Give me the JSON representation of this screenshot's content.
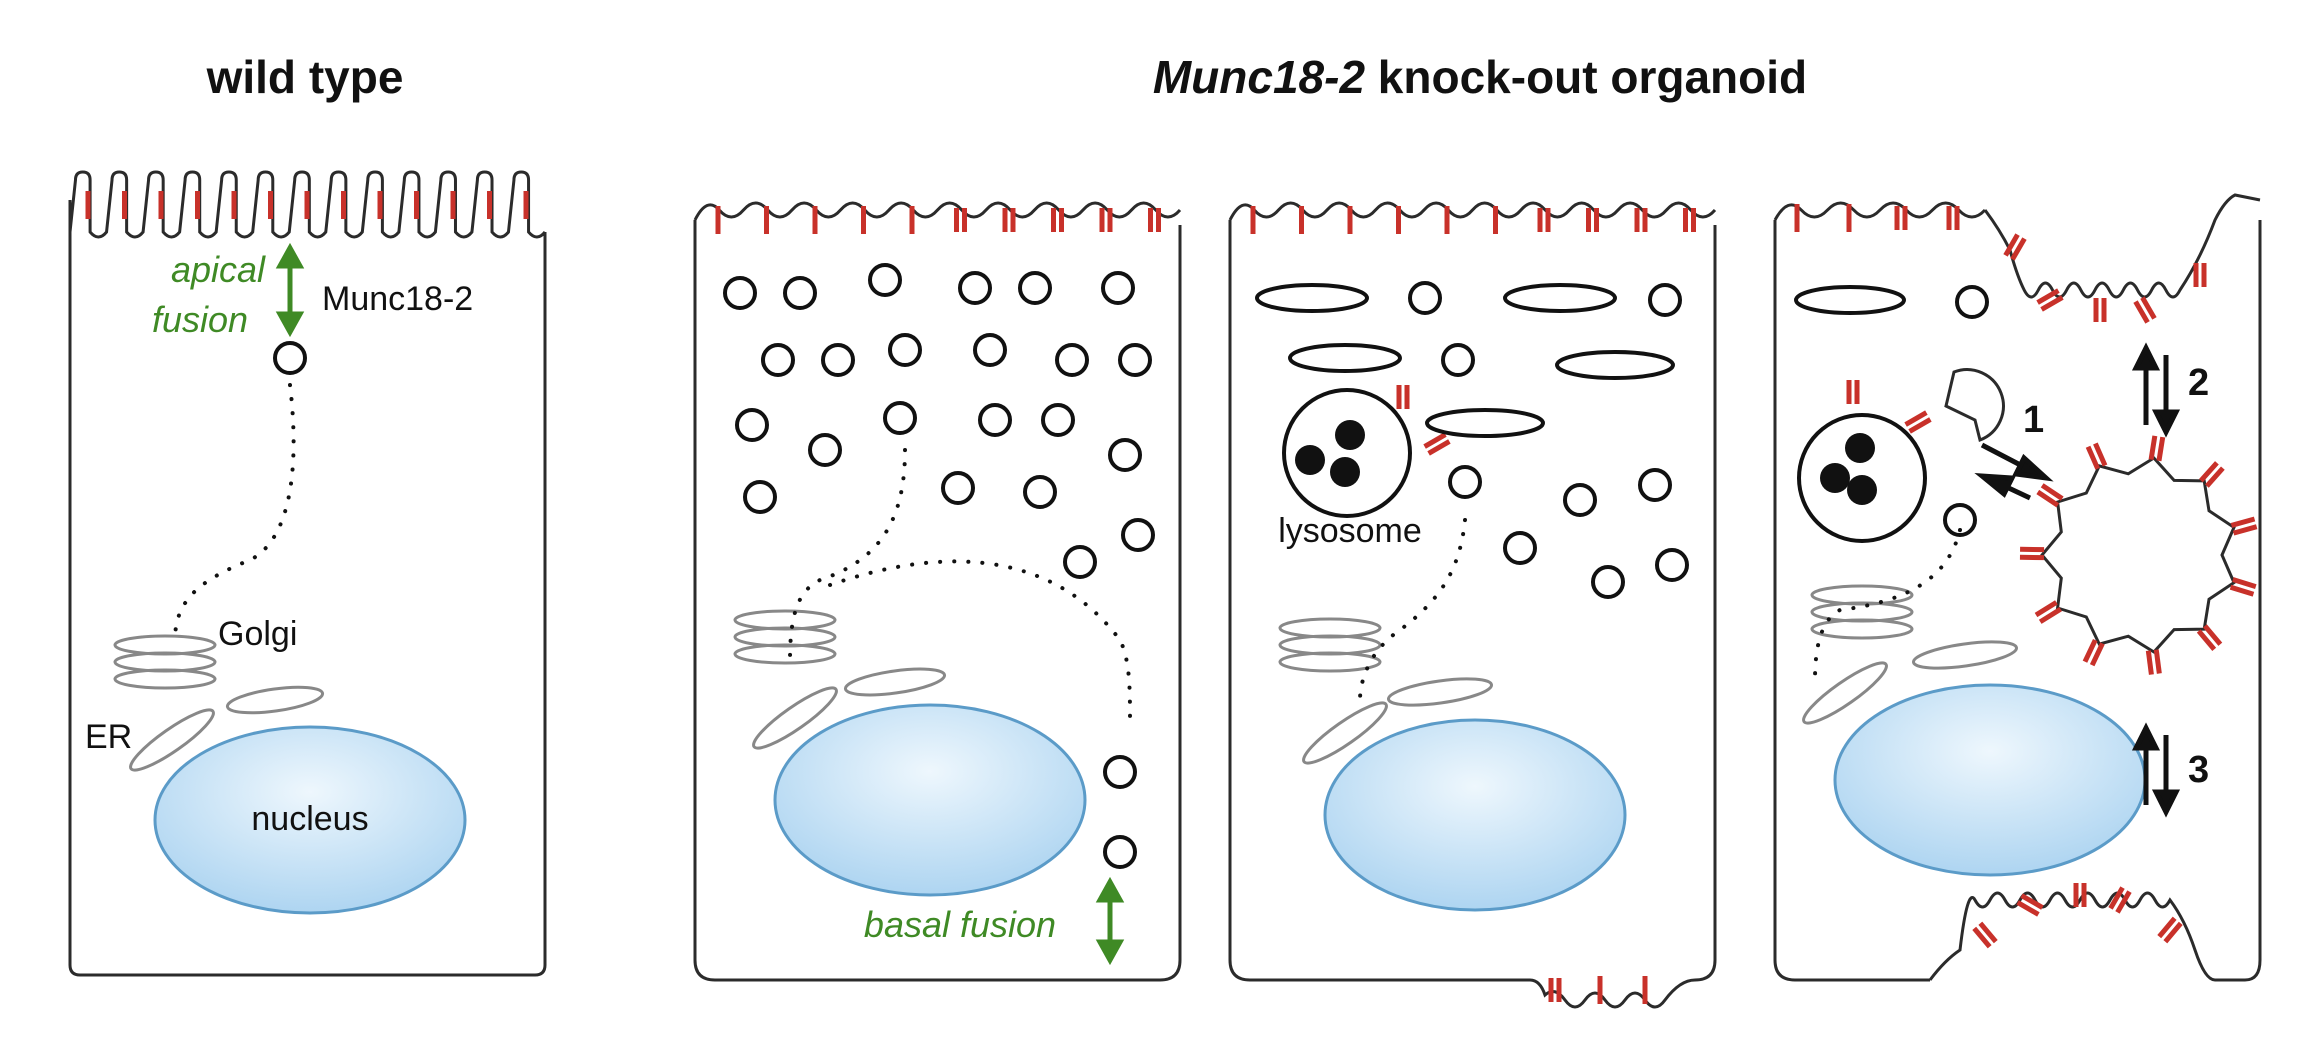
{
  "titles": {
    "wild_type": "wild type",
    "knockout_italic": "Munc18-2",
    "knockout_rest": " knock-out organoid"
  },
  "labels": {
    "apical_line1": "apical",
    "apical_line2": "fusion",
    "munc": "Munc18-2",
    "golgi": "Golgi",
    "er": "ER",
    "nucleus": "nucleus",
    "basal_fusion": "basal fusion",
    "lysosome": "lysosome",
    "num1": "1",
    "num2": "2",
    "num3": "3"
  },
  "colors": {
    "outline": "#2b2b2b",
    "marker_red": "#c8312a",
    "fusion_green": "#3f8a25",
    "nucleus_fill": "#cfe6f7",
    "nucleus_stroke": "#5b9bc8",
    "golgi_stroke": "#888888"
  }
}
